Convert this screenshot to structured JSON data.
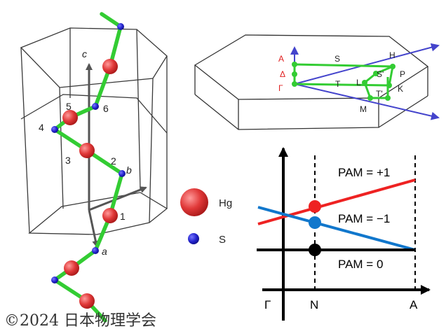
{
  "colors": {
    "cell": "#3a3a3a",
    "bond": "#33cc33",
    "hg": "#e03838",
    "s": "#2222cc",
    "axis": "#555555",
    "kpath_line": "#5555cc",
    "plus_line": "#ee2222",
    "minus_line": "#1177cc",
    "zero_line": "#000000"
  },
  "crystal": {
    "axis_c": "c",
    "axis_b": "b",
    "axis_a": "a",
    "site_labels": [
      "5",
      "6",
      "4",
      "3",
      "2",
      "1"
    ],
    "legend": [
      {
        "name": "hg-legend",
        "label": "Hg",
        "icon": "hg-atom-icon"
      },
      {
        "name": "s-legend",
        "label": "S",
        "icon": "s-atom-icon"
      }
    ]
  },
  "brillouin": {
    "points": {
      "A": "A",
      "Delta": "Δ",
      "Gamma": "Γ",
      "S": "S",
      "H": "H",
      "S_prime": "S'",
      "P": "P",
      "L": "L",
      "T": "T",
      "T_prime": "T'",
      "K": "K",
      "M": "M"
    }
  },
  "chart_data": {
    "type": "line",
    "x_ticks": [
      "Γ",
      "N",
      "A"
    ],
    "series": [
      {
        "name": "PAM = +1"
      },
      {
        "name": "PAM = −1"
      },
      {
        "name": "PAM = 0"
      }
    ],
    "marked_x": "N"
  },
  "copyright": "©2024 日本物理学会"
}
